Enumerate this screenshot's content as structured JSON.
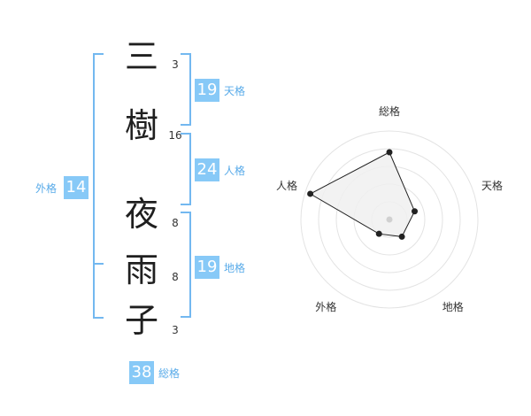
{
  "name": {
    "characters": [
      {
        "char": "三",
        "strokes": "3"
      },
      {
        "char": "樹",
        "strokes": "16"
      },
      {
        "char": "夜",
        "strokes": "8"
      },
      {
        "char": "雨",
        "strokes": "8"
      },
      {
        "char": "子",
        "strokes": "3"
      }
    ]
  },
  "scores": {
    "tenkaku": {
      "value": "19",
      "label": "天格"
    },
    "jinkaku": {
      "value": "24",
      "label": "人格"
    },
    "chikaku": {
      "value": "19",
      "label": "地格"
    },
    "gaikaku": {
      "value": "14",
      "label": "外格"
    },
    "soukaku": {
      "value": "38",
      "label": "総格"
    }
  },
  "colors": {
    "bracket": "#73b8f0",
    "badge": "#87c9f7",
    "badge_label": "#59abe9",
    "radar_fill": "#f0f0f0",
    "radar_line": "#222222"
  },
  "chart_data": {
    "type": "radar",
    "axes": [
      "総格",
      "天格",
      "地格",
      "外格",
      "人格"
    ],
    "rings": 5,
    "values": [
      3.8,
      1.5,
      1.2,
      1.0,
      4.7
    ],
    "max": 5
  }
}
